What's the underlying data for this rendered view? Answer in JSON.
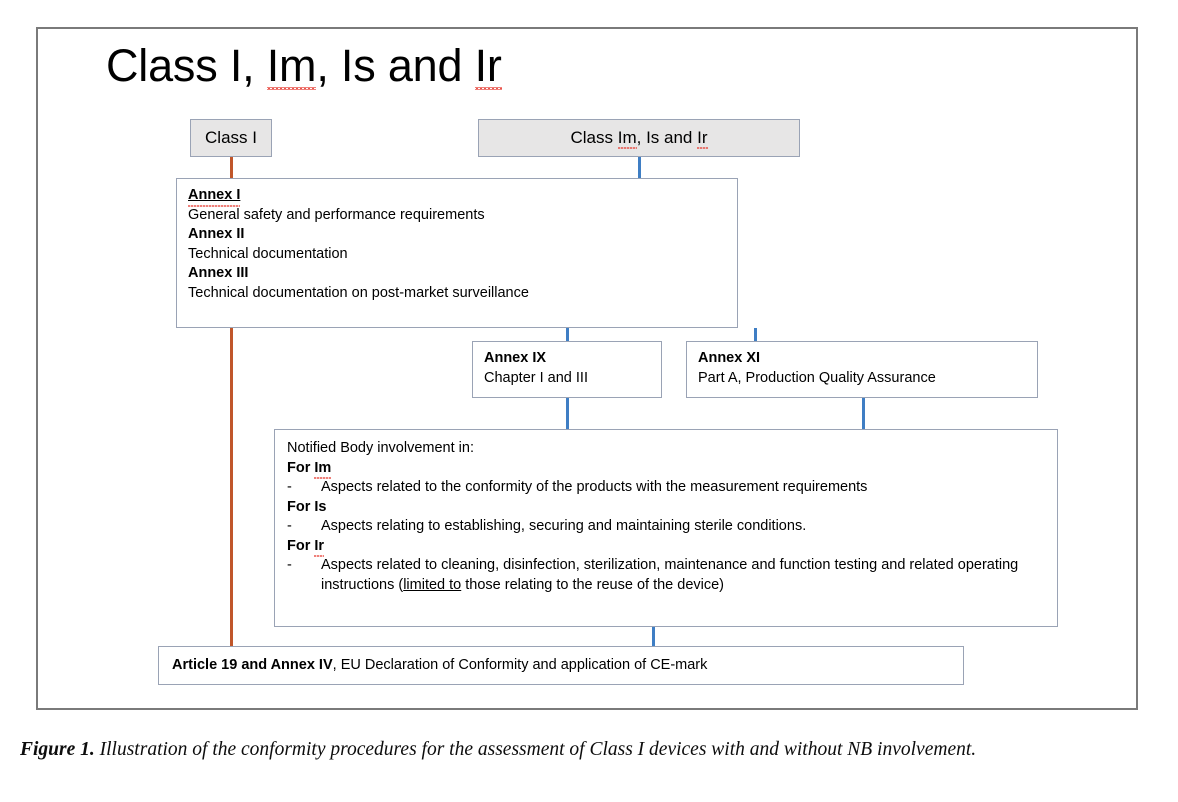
{
  "figure": {
    "title": "Class I, Im, Is and Ir",
    "title_parts": [
      {
        "text": "Class I, ",
        "spellcheck": false
      },
      {
        "text": "Im",
        "spellcheck": true
      },
      {
        "text": ", Is and ",
        "spellcheck": false
      },
      {
        "text": "Ir",
        "spellcheck": true
      }
    ],
    "caption_label": "Figure 1.",
    "caption_text": " Illustration of the conformity procedures for the assessment of Class I devices with and without NB involvement."
  },
  "colors": {
    "header_box_fill": "#e7e6e6",
    "box_border": "#9aa3b5",
    "connector_blue": "#3f7ec4",
    "connector_orange": "#c0562a",
    "frame_border": "#7a7a7a",
    "spellcheck_underline": "#e8443a"
  },
  "nodes": {
    "class_i": {
      "label": "Class I"
    },
    "class_im_is_ir": {
      "label": "Class Im, Is and Ir",
      "label_parts": [
        {
          "text": "Class ",
          "spellcheck": false
        },
        {
          "text": "Im",
          "spellcheck": true
        },
        {
          "text": ", Is and ",
          "spellcheck": false
        },
        {
          "text": "Ir",
          "spellcheck": true
        }
      ]
    },
    "annexes_123": {
      "entries": [
        {
          "heading": "Annex I",
          "body": "General safety and performance requirements"
        },
        {
          "heading": "Annex II",
          "body": "Technical documentation"
        },
        {
          "heading": "Annex III",
          "body": "Technical documentation on post-market surveillance"
        }
      ]
    },
    "annex_ix": {
      "heading": "Annex IX",
      "body": "Chapter I and III"
    },
    "annex_xi": {
      "heading": "Annex XI",
      "body": "Part A, Production Quality Assurance"
    },
    "notified_body": {
      "intro": "Notified Body involvement in:",
      "groups": [
        {
          "heading": "For Im",
          "heading_spellcheck_word": "Im",
          "bullets": [
            {
              "dash": "-",
              "text": "Aspects related to the conformity of the products with the measurement requirements"
            }
          ]
        },
        {
          "heading": "For Is",
          "heading_spellcheck_word": "",
          "bullets": [
            {
              "dash": "-",
              "text": "Aspects relating to establishing, securing and maintaining sterile conditions."
            }
          ]
        },
        {
          "heading": "For Ir",
          "heading_spellcheck_word": "Ir",
          "bullets": [
            {
              "dash": "-",
              "text_before": "Aspects related to cleaning, disinfection, sterilization, maintenance and function testing and related operating instructions (",
              "text_underlined": "limited to",
              "text_after": " those relating to the reuse of the device)"
            }
          ]
        }
      ]
    },
    "article_19": {
      "bold_part": "Article 19 and Annex IV",
      "rest_part": ", EU Declaration of Conformity and application of CE-mark"
    }
  },
  "connectors": [
    {
      "name": "class-i-to-annexes",
      "color": "orange"
    },
    {
      "name": "class-im-is-ir-to-annexes",
      "color": "blue"
    },
    {
      "name": "annexes-to-annex-ix",
      "color": "blue"
    },
    {
      "name": "annexes-to-annex-xi",
      "color": "blue"
    },
    {
      "name": "annex-ix-to-notified-body",
      "color": "blue"
    },
    {
      "name": "annex-xi-to-notified-body",
      "color": "blue"
    },
    {
      "name": "notified-body-to-article-19",
      "color": "blue"
    },
    {
      "name": "annexes-to-article-19",
      "color": "orange"
    }
  ]
}
